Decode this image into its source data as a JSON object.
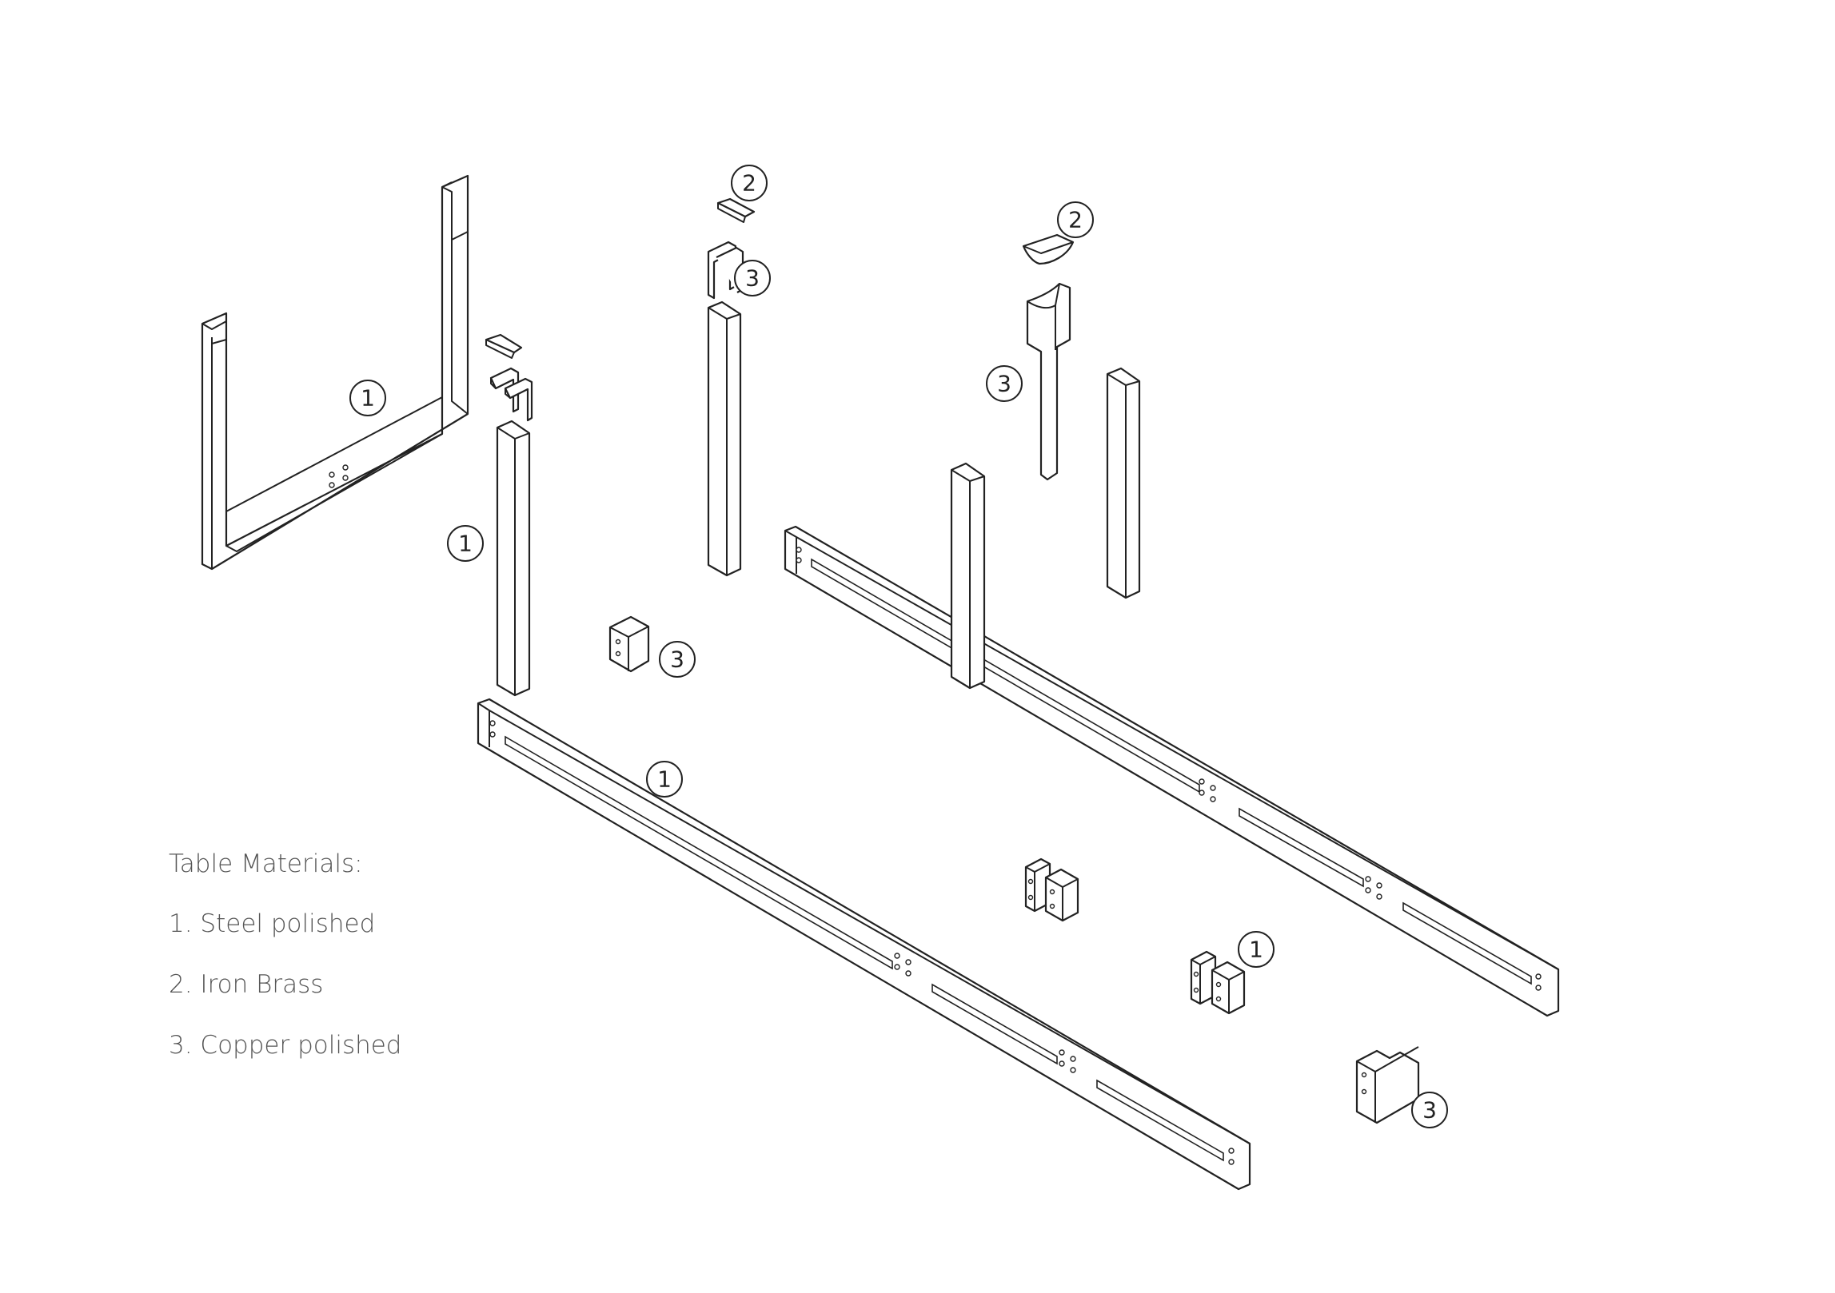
{
  "legend": {
    "title": "Table Materials:",
    "items": [
      "1. Steel polished",
      "2. Iron Brass",
      "3. Copper polished"
    ]
  },
  "callouts": {
    "frame": "1",
    "left_leg": "1",
    "top_cap_center": "2",
    "bracket_center": "3",
    "top_cap_right": "2",
    "post_right": "3",
    "block_small": "3",
    "rail_front": "1",
    "plates": "1",
    "block_corner": "3"
  }
}
